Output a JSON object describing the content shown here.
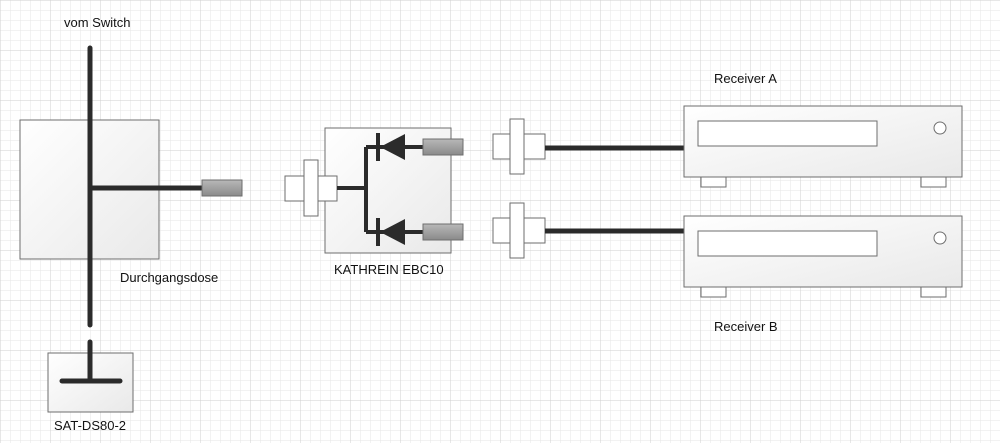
{
  "labels": {
    "vom_switch": "vom Switch",
    "durchgangsdose": "Durchgangsdose",
    "sat_ds80": "SAT-DS80-2",
    "kathrein": "KATHREIN EBC10",
    "receiver_a": "Receiver A",
    "receiver_b": "Receiver B"
  },
  "colors": {
    "grid_minor": "#e6e6e6",
    "grid_major": "#cfcfcf",
    "cable": "#2b2b2b",
    "connector_fill": "#9a9a9a",
    "box_stroke": "#6e6e6e"
  }
}
